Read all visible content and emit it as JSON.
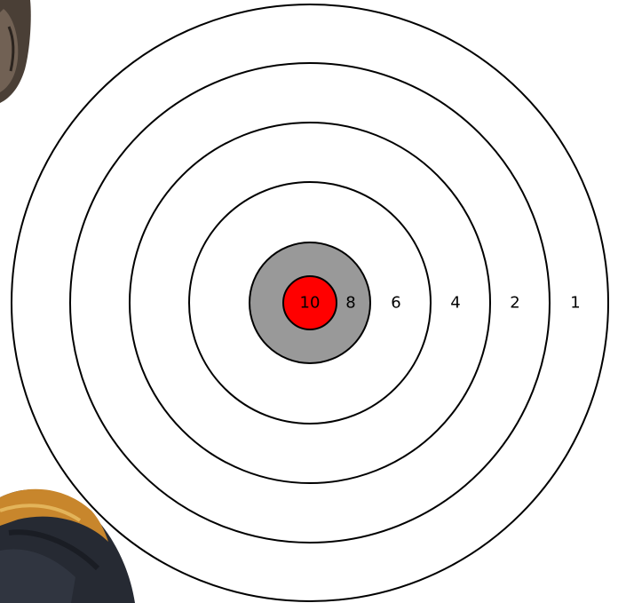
{
  "target": {
    "rings": [
      {
        "score": "1",
        "fill": "#ffffff"
      },
      {
        "score": "2",
        "fill": "#ffffff"
      },
      {
        "score": "4",
        "fill": "#ffffff"
      },
      {
        "score": "6",
        "fill": "#ffffff"
      },
      {
        "score": "8",
        "fill": "#999999"
      },
      {
        "score": "10",
        "fill": "#ff0000"
      }
    ],
    "ring_stroke": "#000000"
  },
  "background_figure": {
    "description_icon": "soldier-uniform-image",
    "accent_colors": [
      "#c8862c",
      "#2a2f3a",
      "#6b6b6b"
    ]
  }
}
